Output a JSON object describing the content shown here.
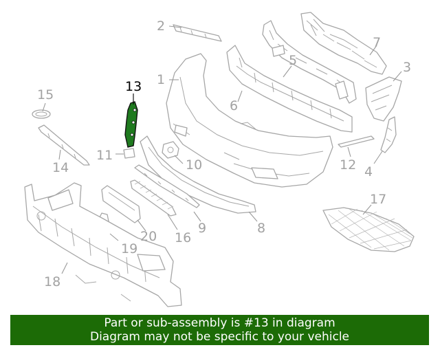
{
  "diagram": {
    "highlight_color": "#1f7a1f",
    "callouts": [
      {
        "id": "c1",
        "label": "1",
        "highlighted": false
      },
      {
        "id": "c2",
        "label": "2",
        "highlighted": false
      },
      {
        "id": "c3",
        "label": "3",
        "highlighted": false
      },
      {
        "id": "c4",
        "label": "4",
        "highlighted": false
      },
      {
        "id": "c5",
        "label": "5",
        "highlighted": false
      },
      {
        "id": "c6",
        "label": "6",
        "highlighted": false
      },
      {
        "id": "c7",
        "label": "7",
        "highlighted": false
      },
      {
        "id": "c8",
        "label": "8",
        "highlighted": false
      },
      {
        "id": "c9",
        "label": "9",
        "highlighted": false
      },
      {
        "id": "c10",
        "label": "10",
        "highlighted": false
      },
      {
        "id": "c11",
        "label": "11",
        "highlighted": false
      },
      {
        "id": "c12",
        "label": "12",
        "highlighted": false
      },
      {
        "id": "c13",
        "label": "13",
        "highlighted": true
      },
      {
        "id": "c14",
        "label": "14",
        "highlighted": false
      },
      {
        "id": "c15",
        "label": "15",
        "highlighted": false
      },
      {
        "id": "c16",
        "label": "16",
        "highlighted": false
      },
      {
        "id": "c17",
        "label": "17",
        "highlighted": false
      },
      {
        "id": "c18",
        "label": "18",
        "highlighted": false
      },
      {
        "id": "c19",
        "label": "19",
        "highlighted": false
      },
      {
        "id": "c20",
        "label": "20",
        "highlighted": false
      }
    ]
  },
  "banner": {
    "line1": "Part or sub-assembly is #13 in diagram",
    "line2": "Diagram may not be specific to your vehicle",
    "background": "#1c6b06"
  }
}
